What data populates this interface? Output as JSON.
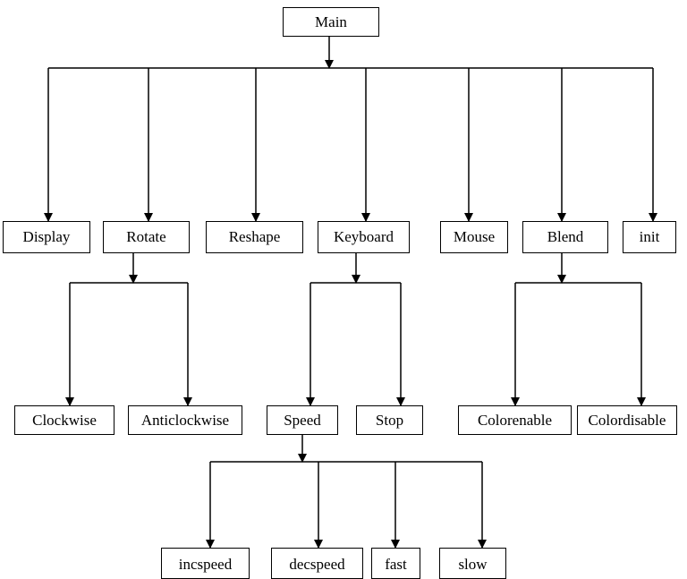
{
  "diagram": {
    "type": "hierarchy-chart",
    "line_color": "#000000",
    "root": {
      "label": "Main",
      "children": [
        {
          "label": "Display"
        },
        {
          "label": "Rotate",
          "children": [
            {
              "label": "Clockwise"
            },
            {
              "label": "Anticlockwise"
            }
          ]
        },
        {
          "label": "Reshape"
        },
        {
          "label": "Keyboard",
          "children": [
            {
              "label": "Speed",
              "children": [
                {
                  "label": "incspeed"
                },
                {
                  "label": "decspeed"
                },
                {
                  "label": "fast"
                },
                {
                  "label": "slow"
                }
              ]
            },
            {
              "label": "Stop"
            }
          ]
        },
        {
          "label": "Mouse"
        },
        {
          "label": "Blend",
          "children": [
            {
              "label": "Colorenable"
            },
            {
              "label": "Colordisable"
            }
          ]
        },
        {
          "label": "init"
        }
      ]
    }
  }
}
